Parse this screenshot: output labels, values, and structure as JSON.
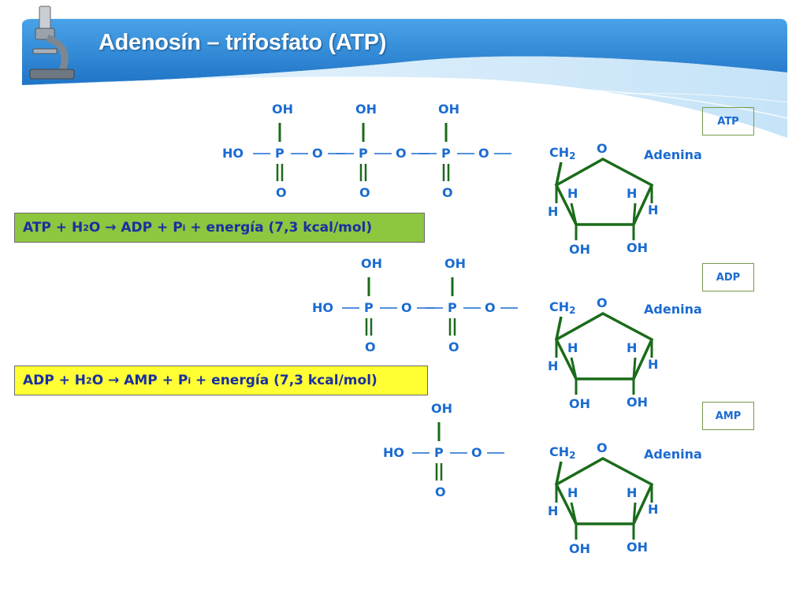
{
  "title": "Adenosín – trifosfato (ATP)",
  "colors": {
    "label": "#1a6bd1",
    "bond": "#1a6b1a",
    "header": "#2a86d6",
    "eq_green": "#8dc63f",
    "eq_yellow": "#ffff33"
  },
  "atoms": {
    "OH": "OH",
    "O": "O",
    "P": "P",
    "HO": "HO",
    "CH2": "CH",
    "sub2": "2",
    "H": "H",
    "adenina": "Adenina"
  },
  "molecules": [
    {
      "tag": "ATP",
      "phosphates": 3
    },
    {
      "tag": "ADP",
      "phosphates": 2
    },
    {
      "tag": "AMP",
      "phosphates": 1
    }
  ],
  "equations": [
    {
      "lhs": "ATP + H",
      "h2o_sub": "2",
      "mid": "O → ADP + P",
      "pi_sub": "i",
      "rhs": " + energía (7,3 kcal/mol)"
    },
    {
      "lhs": "ADP + H",
      "h2o_sub": "2",
      "mid": "O → AMP + P",
      "pi_sub": "i",
      "rhs": " + energía (7,3 kcal/mol)"
    }
  ],
  "icons": {
    "header_icon": "microscope-icon"
  }
}
